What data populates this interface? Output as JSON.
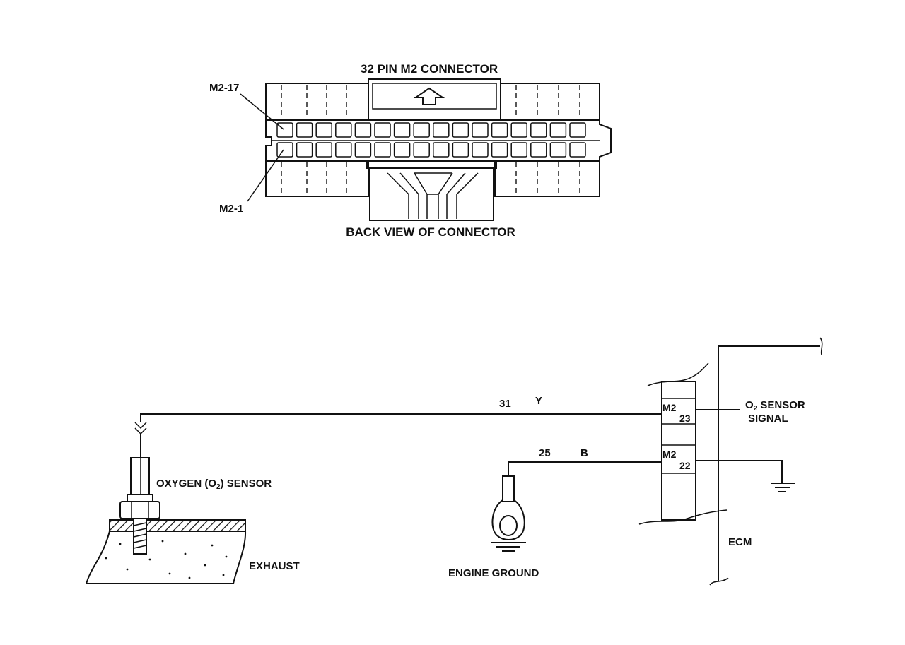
{
  "connector": {
    "title": "32 PIN M2 CONNECTOR",
    "caption": "BACK VIEW OF CONNECTOR",
    "pin_top_label": "M2-17",
    "pin_bottom_label": "M2-1",
    "pin_rows": 2,
    "pins_per_row": 16
  },
  "circuit": {
    "sensor_label": "OXYGEN (O2) SENSOR",
    "exhaust_label": "EXHAUST",
    "ground_label": "ENGINE GROUND",
    "ecm_label": "ECM",
    "wire_signal": {
      "circuit": "31",
      "color": "Y"
    },
    "wire_ground": {
      "circuit": "25",
      "color": "B"
    },
    "pin_signal": {
      "connector": "M2",
      "pin": "23"
    },
    "pin_ground": {
      "connector": "M2",
      "pin": "22"
    },
    "signal_label_line1": "O2 SENSOR",
    "signal_label_line2": "SIGNAL"
  }
}
